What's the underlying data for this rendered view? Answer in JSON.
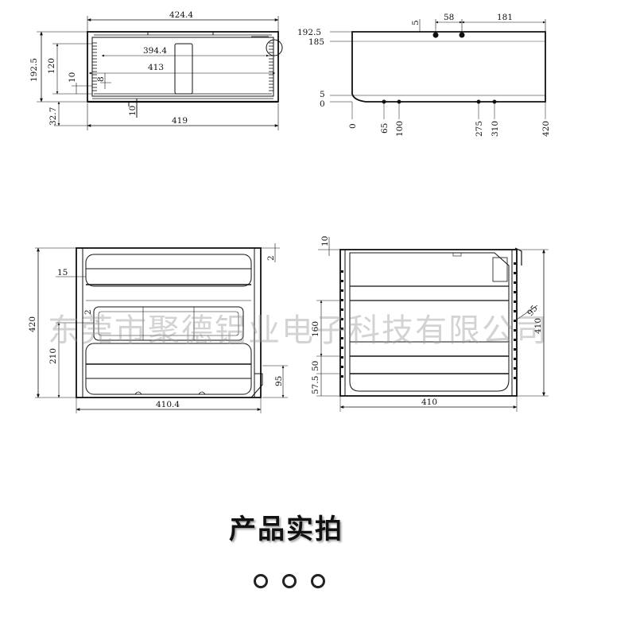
{
  "front_view": {
    "width_top": "424.4",
    "inner_width_1": "394.4",
    "inner_width_2": "413",
    "width_bottom": "419",
    "height_total": "192.5",
    "height_inner": "120",
    "rail_10_left": "10",
    "rail_8": "8",
    "base_height": "32.7",
    "slot_10": "10"
  },
  "side_view": {
    "y_top": "192.5",
    "y_185": "185",
    "y_5": "5",
    "y_0": "0",
    "top_5": "5",
    "top_58": "58",
    "top_181": "181",
    "x_0": "0",
    "x_65": "65",
    "x_100": "100",
    "x_275": "275",
    "x_310": "310",
    "x_420": "420"
  },
  "bottom_left_view": {
    "height_420": "420",
    "height_210": "210",
    "dim_15": "15",
    "dim_2_right": "2",
    "dim_2_mid": "2",
    "dim_95": "95",
    "width_410_4": "410.4"
  },
  "bottom_right_view": {
    "dim_10_top": "10",
    "dim_160": "160",
    "dim_50": "50",
    "dim_57_5": "57.5",
    "dim_95": "95",
    "height_410": "410",
    "width_410": "410"
  },
  "watermark": "东莞市聚德铝业电子科技有限公司",
  "caption": "产品实拍",
  "pager": {
    "dots": 3
  }
}
